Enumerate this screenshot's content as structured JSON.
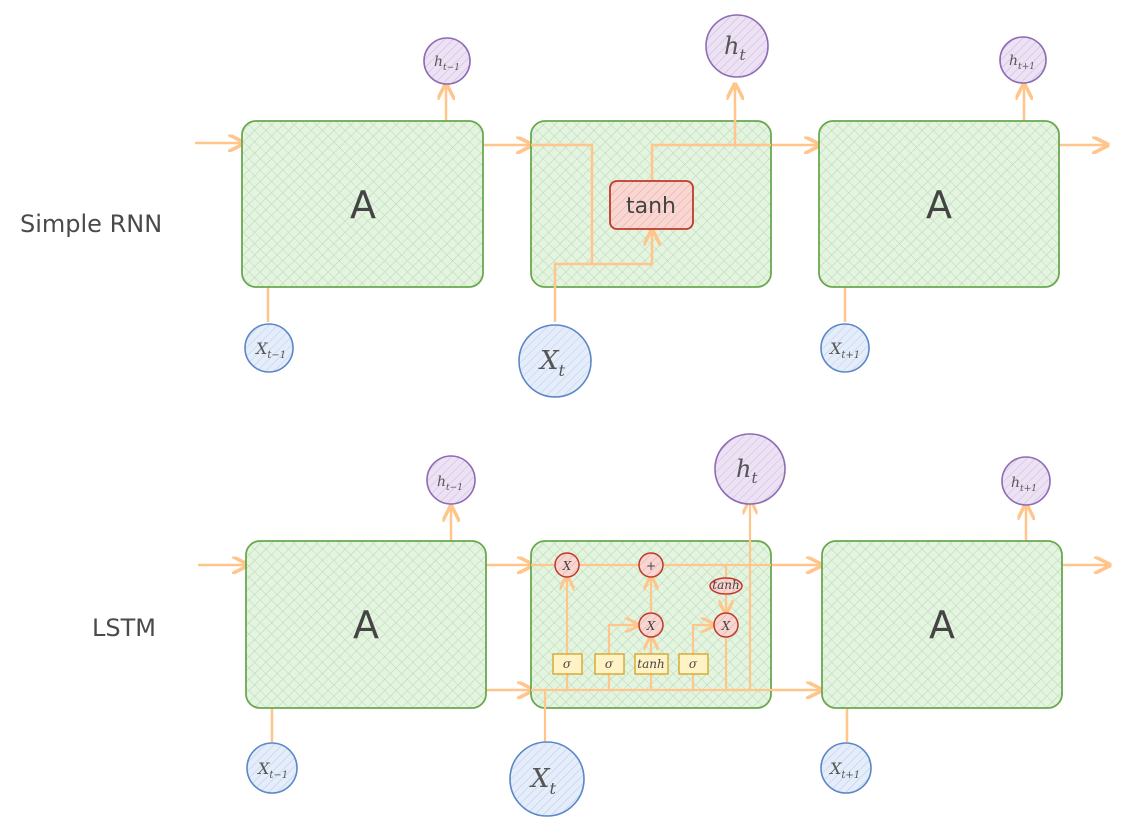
{
  "rows": {
    "rnn": {
      "label": "Simple RNN"
    },
    "lstm": {
      "label": "LSTM"
    }
  },
  "cells": {
    "left_label": "A",
    "right_label": "A",
    "rnn_activation": "tanh"
  },
  "nodes": {
    "x_prev": {
      "base": "X",
      "sub": "t−1"
    },
    "x_cur": {
      "base": "X",
      "sub": "t"
    },
    "x_next": {
      "base": "X",
      "sub": "t+1"
    },
    "h_prev": {
      "base": "h",
      "sub": "t−1"
    },
    "h_cur": {
      "base": "h",
      "sub": "t"
    },
    "h_next": {
      "base": "h",
      "sub": "t+1"
    }
  },
  "lstm_ops": {
    "forget_mult": "X",
    "add": "+",
    "input_mult": "X",
    "output_mult": "X",
    "cell_tanh": "tanh"
  },
  "lstm_gates": [
    {
      "label": "σ"
    },
    {
      "label": "σ"
    },
    {
      "label": "tanh"
    },
    {
      "label": "σ"
    }
  ],
  "colors": {
    "cell_fill": "#d9f0d5",
    "cell_stroke": "#6aa84f",
    "arrow": "#ffc58a",
    "input_fill": "#d6e4f7",
    "input_stroke": "#5b86c7",
    "output_fill": "#e3d4ef",
    "output_stroke": "#8e6bb3",
    "tanh_fill": "#f6c9c3",
    "tanh_stroke": "#c0392b",
    "gate_fill": "#fff2c4",
    "gate_stroke": "#d4a72c",
    "op_fill": "#f6c9c3",
    "op_stroke": "#c0392b"
  }
}
